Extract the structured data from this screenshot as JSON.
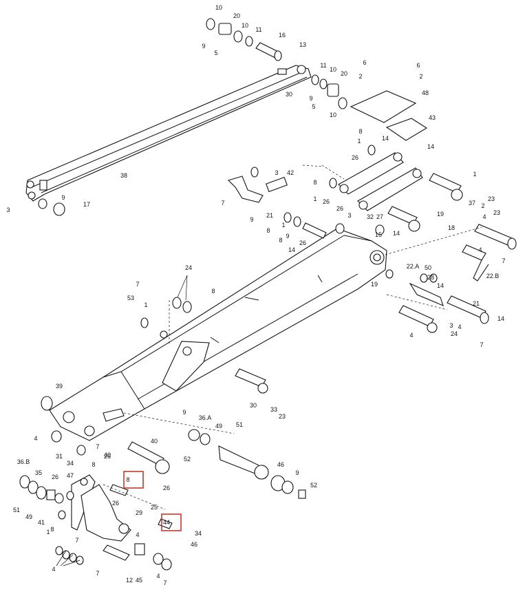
{
  "diagram": {
    "callouts": [
      "10",
      "20",
      "10",
      "11",
      "9",
      "5",
      "16",
      "13",
      "11",
      "10",
      "20",
      "30",
      "9",
      "5",
      "10",
      "6",
      "2",
      "6",
      "2",
      "48",
      "43",
      "8",
      "1",
      "14",
      "14",
      "26",
      "3",
      "42",
      "8",
      "1",
      "26",
      "1",
      "23",
      "37",
      "2",
      "4",
      "7",
      "9",
      "21",
      "8",
      "1",
      "26",
      "3",
      "32",
      "27",
      "9",
      "15",
      "8",
      "26",
      "14",
      "14",
      "19",
      "18",
      "23",
      "4",
      "7",
      "22.B",
      "22.A",
      "50",
      "28",
      "14",
      "19",
      "21",
      "14",
      "3",
      "24",
      "4",
      "4",
      "7",
      "24",
      "7",
      "53",
      "1",
      "8",
      "26",
      "38",
      "9",
      "17",
      "3",
      "39",
      "30",
      "33",
      "23",
      "4",
      "7",
      "40",
      "40",
      "9",
      "36.A",
      "49",
      "51",
      "52",
      "36.B",
      "35",
      "31",
      "34",
      "8",
      "26",
      "47",
      "8",
      "26",
      "46",
      "9",
      "52",
      "51",
      "49",
      "41",
      "8",
      "1",
      "26",
      "25",
      "29",
      "7",
      "4",
      "44",
      "34",
      "46",
      "4",
      "7",
      "12",
      "45",
      "4",
      "7",
      "31",
      "31"
    ],
    "highlighted_callouts": [
      "46",
      "46"
    ],
    "highlight_color": "#c0392b"
  }
}
